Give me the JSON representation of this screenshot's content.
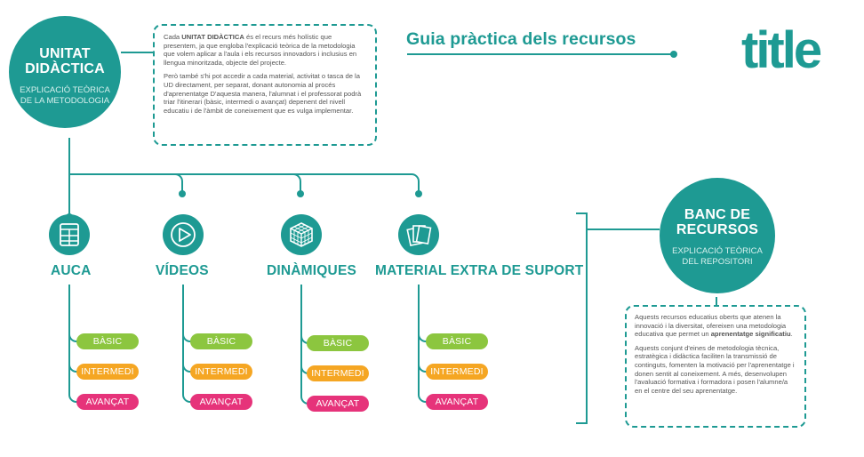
{
  "header": {
    "title": "Guia pràctica dels recursos",
    "logo_text": "title"
  },
  "unitat": {
    "title_line1": "UNITAT",
    "title_line2": "DIDÀCTICA",
    "subtitle_line1": "EXPLICACIÓ TEÒRICA",
    "subtitle_line2": "DE LA METODOLOGIA"
  },
  "unitat_box": {
    "p1_prefix": "Cada ",
    "p1_bold": "UNITAT DIDÀCTICA",
    "p1_rest": " és el recurs més holístic que presentem, ja que engloba l'explicació teòrica de la metodologia que volem aplicar a l'aula i els recursos innovadors i inclusius en llengua minoritzada, objecte del projecte.",
    "p2": "Però també s'hi pot accedir a cada material, activitat o tasca de la UD directament, per separat, donant autonomia al procés d'aprenentatge D'aquesta manera, l'alumnat i el professorat podrà triar l'itinerari (bàsic, intermedi o avançat) depenent del nivell educatiu i de l'àmbit de coneixement que es vulga implementar."
  },
  "categories": [
    {
      "label": "AUCA",
      "icon": "comic-grid-icon"
    },
    {
      "label": "VÍDEOS",
      "icon": "play-icon"
    },
    {
      "label": "DINÀMIQUES",
      "icon": "cube-icon"
    },
    {
      "label": "MATERIAL EXTRA DE SUPORT",
      "icon": "documents-icon"
    }
  ],
  "levels": {
    "basic": "BÀSIC",
    "intermediate": "INTERMEDI",
    "advanced": "AVANÇAT"
  },
  "banc": {
    "title_line1": "BANC DE",
    "title_line2": "RECURSOS",
    "subtitle_line1": "EXPLICACIÓ TEÒRICA",
    "subtitle_line2": "DEL REPOSITORI"
  },
  "banc_box": {
    "p1_text": "Aquests recursos educatius oberts que atenen la innovació i la diversitat, ofereixen una metodologia educativa que permet un ",
    "p1_bold": "aprenentatge significatiu",
    "p1_end": ".",
    "p2": "Aquests conjunt d'eines de metodologia tècnica, estratègica i didàctica faciliten la transmissió de continguts, fomenten la motivació per l'aprenentatge i donen sentit al coneixement. A més, desenvolupen l'avaluació formativa i formadora i posen l'alumne/a en el centre del seu aprenentatge."
  },
  "colors": {
    "teal": "#1e9a93",
    "basic": "#8cc63f",
    "intermediate": "#f5a623",
    "advanced": "#e6337a"
  }
}
